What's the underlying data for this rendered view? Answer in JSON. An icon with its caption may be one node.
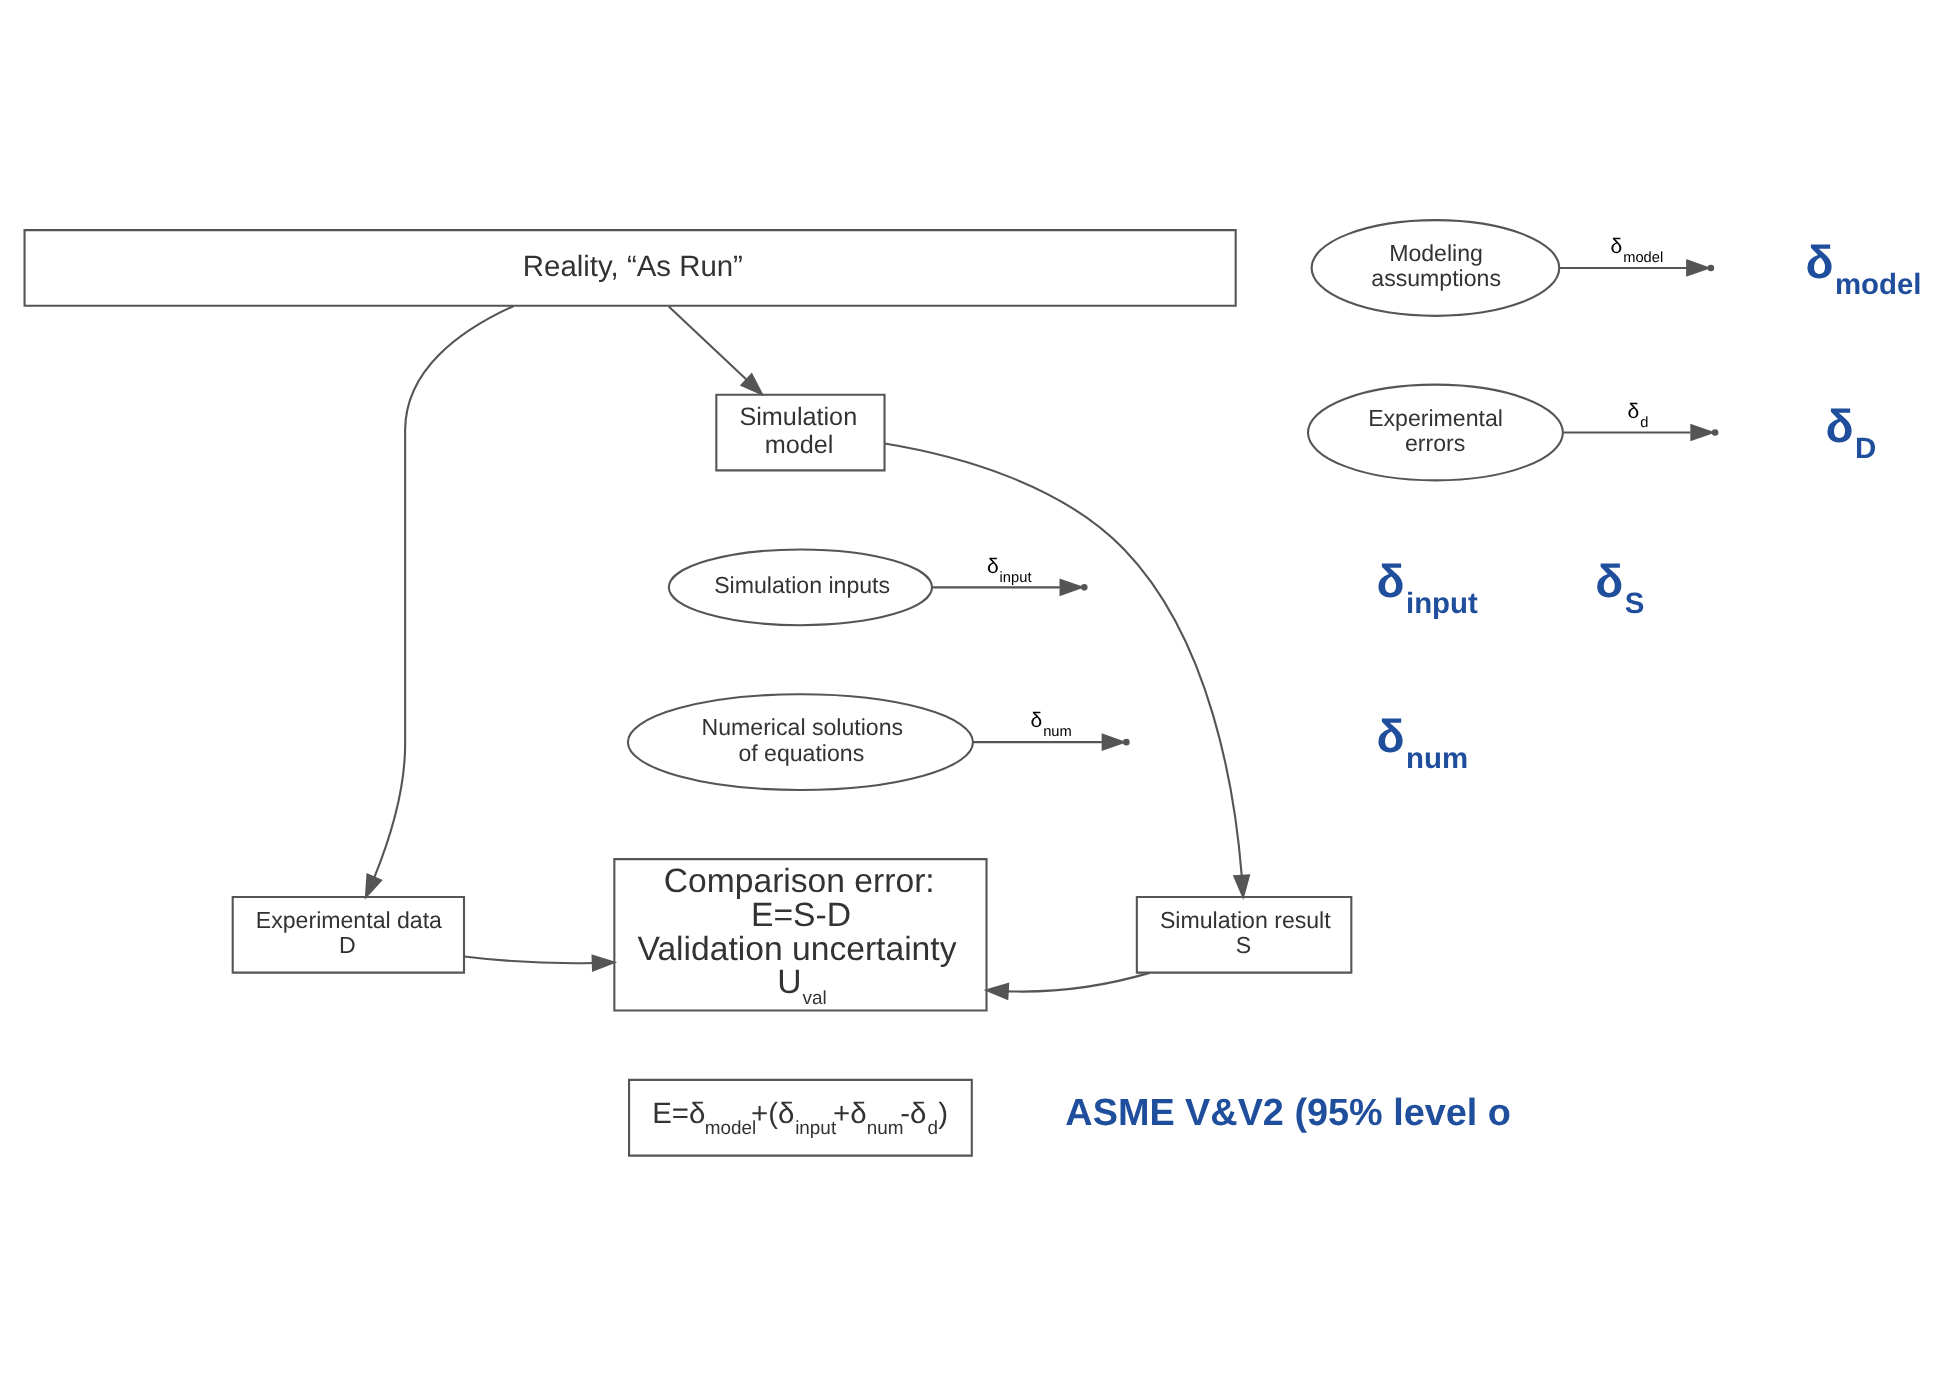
{
  "diagram": {
    "nodes": [
      {
        "text": [
          "Reality, “As Run”"
        ]
      },
      {
        "text": [
          "Modeling assumptions"
        ]
      },
      {
        "text": [
          "Simulation model"
        ]
      },
      {
        "text": [
          "Experimental errors"
        ]
      },
      {
        "text": [
          "Simulation inputs"
        ]
      },
      {
        "text": [
          "Numerical solutions of equations"
        ]
      },
      {
        "text": [
          "Experimental data D"
        ]
      },
      {
        "text": [
          "Comparison error: E=S-D Validation uncertainty U$_{val}$"
        ]
      },
      {
        "text": [
          "Simulation result S"
        ]
      },
      {
        "text": [
          "E=δ$_{model}$+(δ$_{input}$+δ$_{num}$-δ$_{d}$)"
        ]
      }
    ],
    "edges": [
      {
        "from": 0,
        "to": 6,
        "arrow": "to"
      },
      {
        "from": 0,
        "to": 2,
        "arrow": "to"
      },
      {
        "from": 1,
        "to": null,
        "arrow": "to",
        "label": "δ$_{model}$"
      },
      {
        "from": 3,
        "to": null,
        "arrow": "to",
        "label": "δ$_{d}$"
      },
      {
        "from": 4,
        "to": null,
        "arrow": "to",
        "label": "δ$_{input}$"
      },
      {
        "from": 5,
        "to": null,
        "arrow": "to",
        "label": "δ$_{num}$"
      },
      {
        "from": 2,
        "to": 8,
        "arrow": "to"
      },
      {
        "from": 6,
        "to": 7,
        "arrow": "to"
      },
      {
        "from": 8,
        "to": 7,
        "arrow": "to"
      }
    ],
    "labels": [
      "δ$_{model}$",
      "δ$_{D}$",
      "δ$_{input}$",
      "δ$_{num}$",
      "δ$_{S}$",
      "ASME V&V2 (95% level o"
    ]
  }
}
